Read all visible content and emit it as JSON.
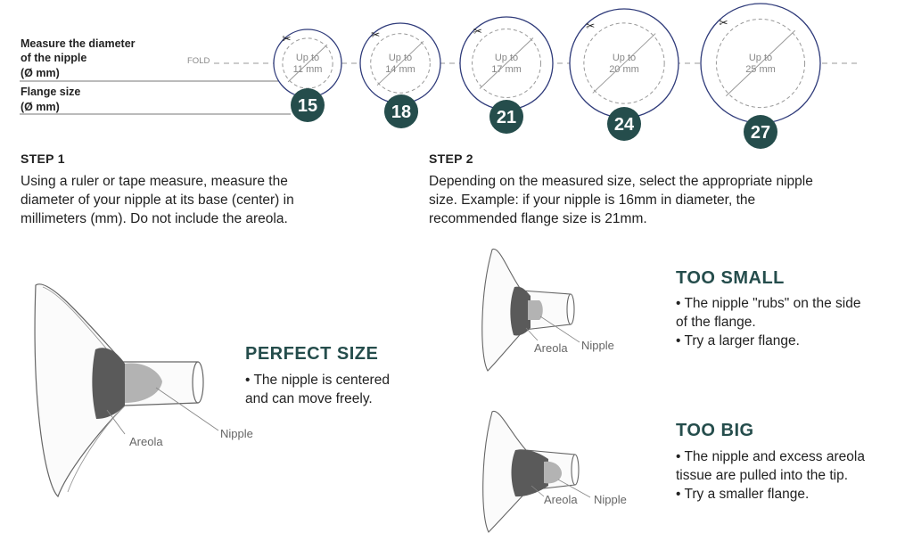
{
  "labels": {
    "measure_line1": "Measure the diameter",
    "measure_line2": "of the nipple",
    "measure_line3": "(Ø mm)",
    "flange_line1": "Flange size",
    "flange_line2": "(Ø mm)",
    "fold": "FOLD"
  },
  "sizes": [
    {
      "up_to": "Up to",
      "mm": "11 mm",
      "flange": "15"
    },
    {
      "up_to": "Up to",
      "mm": "14 mm",
      "flange": "18"
    },
    {
      "up_to": "Up to",
      "mm": "17 mm",
      "flange": "21"
    },
    {
      "up_to": "Up to",
      "mm": "20 mm",
      "flange": "24"
    },
    {
      "up_to": "Up to",
      "mm": "25 mm",
      "flange": "27"
    }
  ],
  "step1": {
    "title": "STEP 1",
    "line1": "Using a ruler or tape measure, measure the",
    "line2": "diameter of your nipple at its base (center) in",
    "line3": "millimeters (mm). Do not include the areola."
  },
  "step2": {
    "title": "STEP 2",
    "line1": "Depending on the measured size, select the appropriate nipple",
    "line2": "size. Example: if your nipple is 16mm in diameter, the",
    "line3": "recommended flange size is 21mm."
  },
  "perfect": {
    "title": "PERFECT SIZE",
    "line1": "• The nipple is centered",
    "line2": "and can move freely.",
    "areola": "Areola",
    "nipple": "Nipple"
  },
  "too_small": {
    "title": "TOO SMALL",
    "line1": "• The nipple \"rubs\" on the side",
    "line2": "of the flange.",
    "line3": "• Try a larger flange.",
    "areola": "Areola",
    "nipple": "Nipple"
  },
  "too_big": {
    "title": "TOO BIG",
    "line1": "• The nipple and excess areola",
    "line2": "tissue are pulled into the tip.",
    "line3": "• Try a smaller flange.",
    "areola": "Areola",
    "nipple": "Nipple"
  },
  "colors": {
    "accent": "#254d4c",
    "ring": "#2f3b7a",
    "areola": "#5a5a5a",
    "nipple": "#b3b3b3",
    "line": "#888888"
  }
}
